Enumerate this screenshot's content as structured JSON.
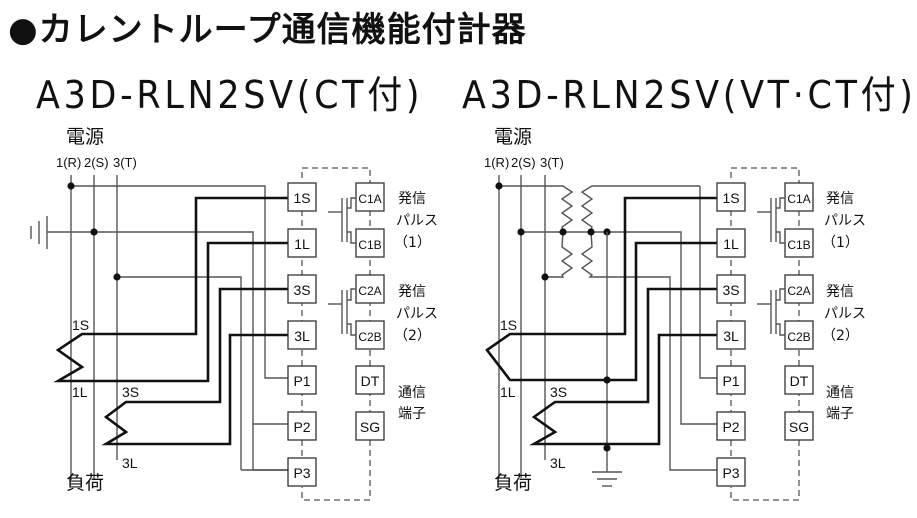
{
  "title": "●カレントループ通信機能付計器",
  "diagrams": [
    {
      "model": "A3D-RLN2SV(CT付)",
      "power_label": "電源",
      "phases": [
        "1(R)",
        "2(S)",
        "3(T)"
      ],
      "load_label": "負荷",
      "ct_labels": [
        "1S",
        "1L",
        "3S",
        "3L"
      ],
      "terminals_left": [
        "1S",
        "1L",
        "3S",
        "3L",
        "P1",
        "P2",
        "P3"
      ],
      "terminals_right": [
        "C1A",
        "C1B",
        "C2A",
        "C2B",
        "DT",
        "SG"
      ],
      "pulse1_label": [
        "発信",
        "パルス",
        "（1）"
      ],
      "pulse2_label": [
        "発信",
        "パルス",
        "（2）"
      ],
      "comm_label": [
        "通信",
        "端子"
      ]
    },
    {
      "model": "A3D-RLN2SV(VT·CT付)",
      "power_label": "電源",
      "phases": [
        "1(R)",
        "2(S)",
        "3(T)"
      ],
      "load_label": "負荷",
      "ct_labels": [
        "1S",
        "1L",
        "3S",
        "3L"
      ],
      "terminals_left": [
        "1S",
        "1L",
        "3S",
        "3L",
        "P1",
        "P2",
        "P3"
      ],
      "terminals_right": [
        "C1A",
        "C1B",
        "C2A",
        "C2B",
        "DT",
        "SG"
      ],
      "pulse1_label": [
        "発信",
        "パルス",
        "（1）"
      ],
      "pulse2_label": [
        "発信",
        "パルス",
        "（2）"
      ],
      "comm_label": [
        "通信",
        "端子"
      ]
    }
  ]
}
